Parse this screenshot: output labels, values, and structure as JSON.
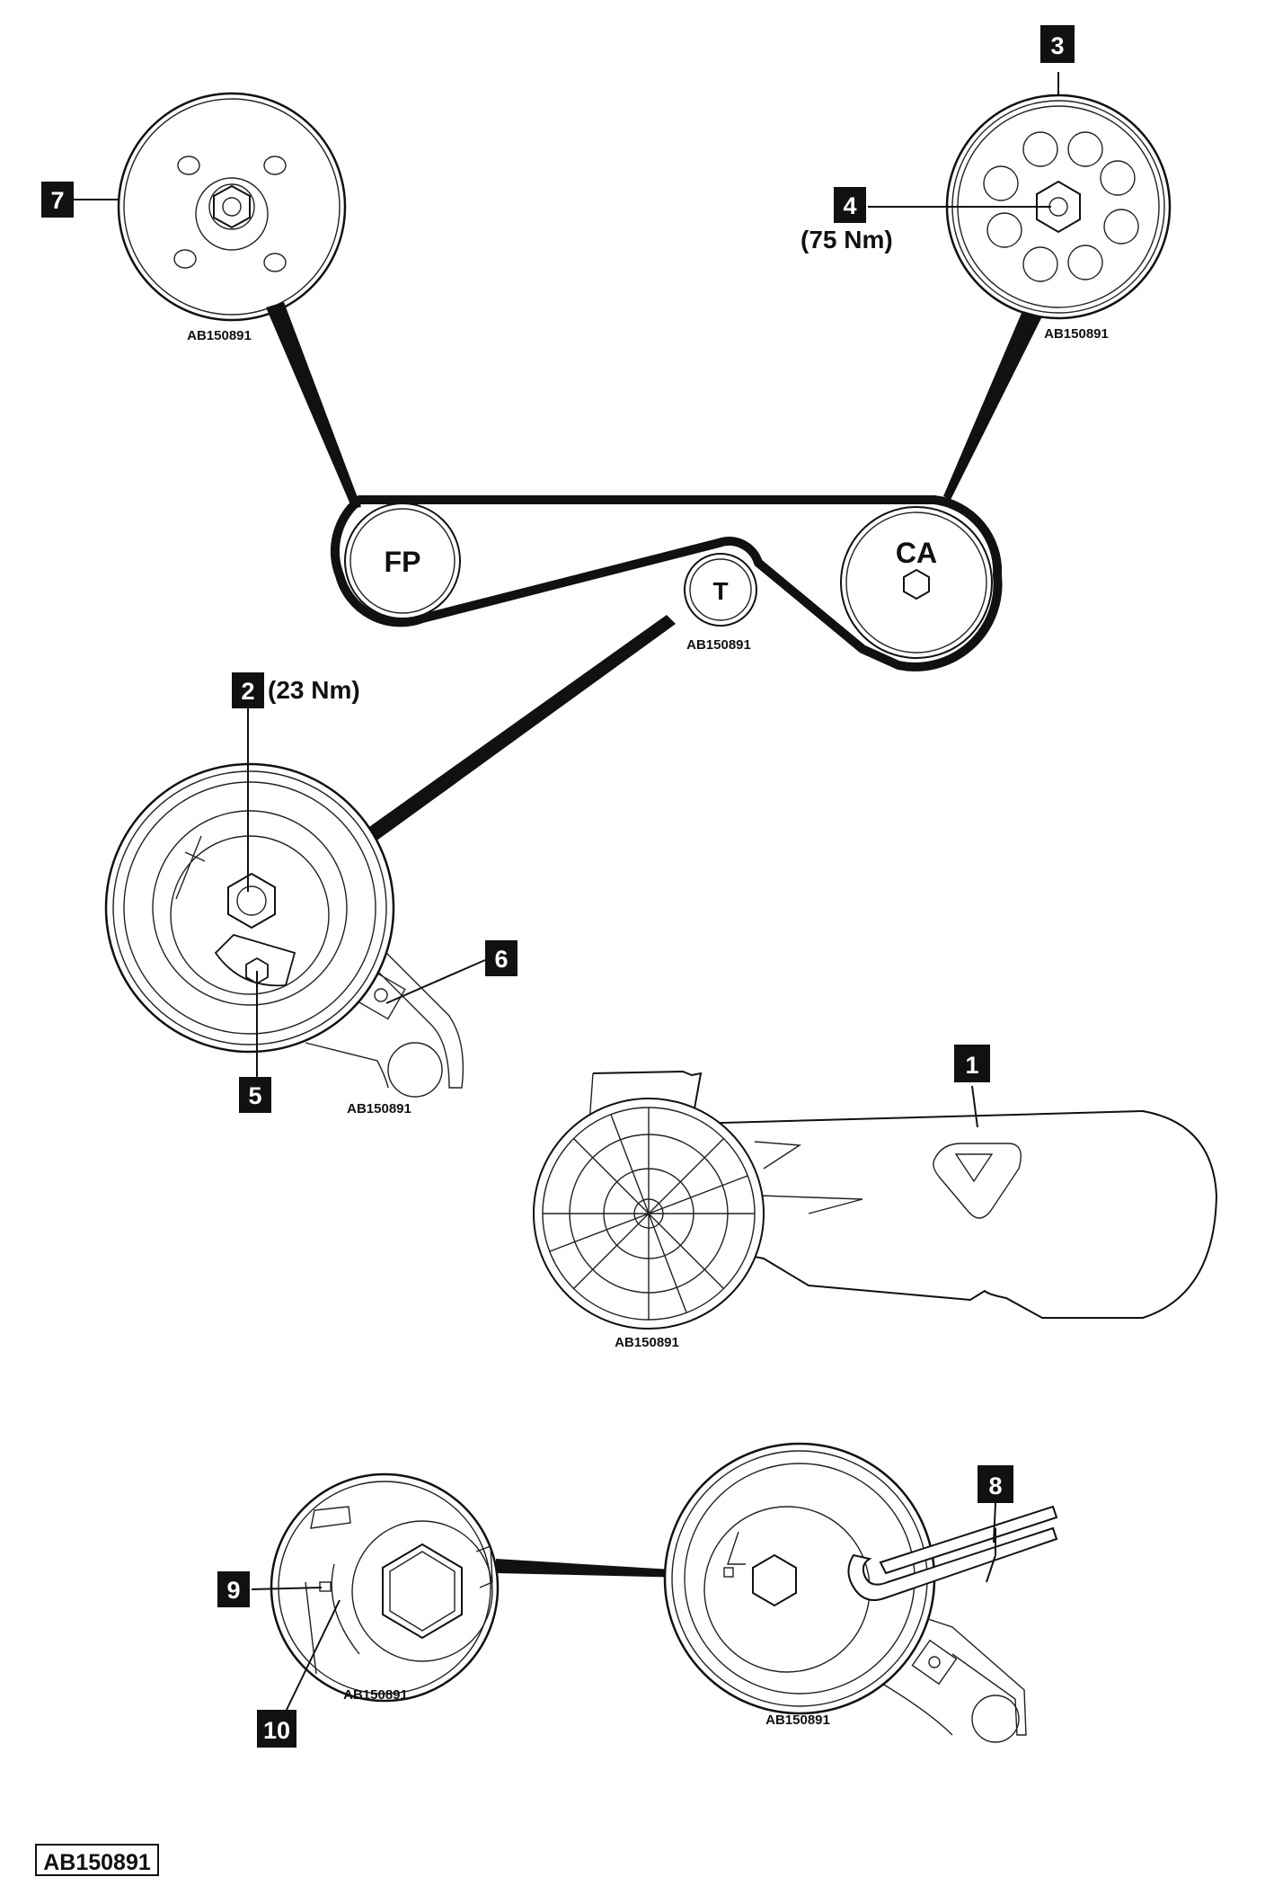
{
  "diagram_ref": "AB150891",
  "view_refs": [
    "AB150891",
    "AB150891",
    "AB150891",
    "AB150891",
    "AB150891",
    "AB150891",
    "AB150891",
    "AB150891"
  ],
  "belt_layout": {
    "pulley_fp": "FP",
    "pulley_ca": "CA",
    "pulley_t": "T"
  },
  "callouts": {
    "c1": "1",
    "c2": "2",
    "c3": "3",
    "c4": "4",
    "c5": "5",
    "c6": "6",
    "c7": "7",
    "c8": "8",
    "c9": "9",
    "c10": "10"
  },
  "torques": {
    "t2": "(23 Nm)",
    "t4": "(75 Nm)"
  },
  "colors": {
    "ink": "#111111",
    "paper": "#ffffff"
  }
}
